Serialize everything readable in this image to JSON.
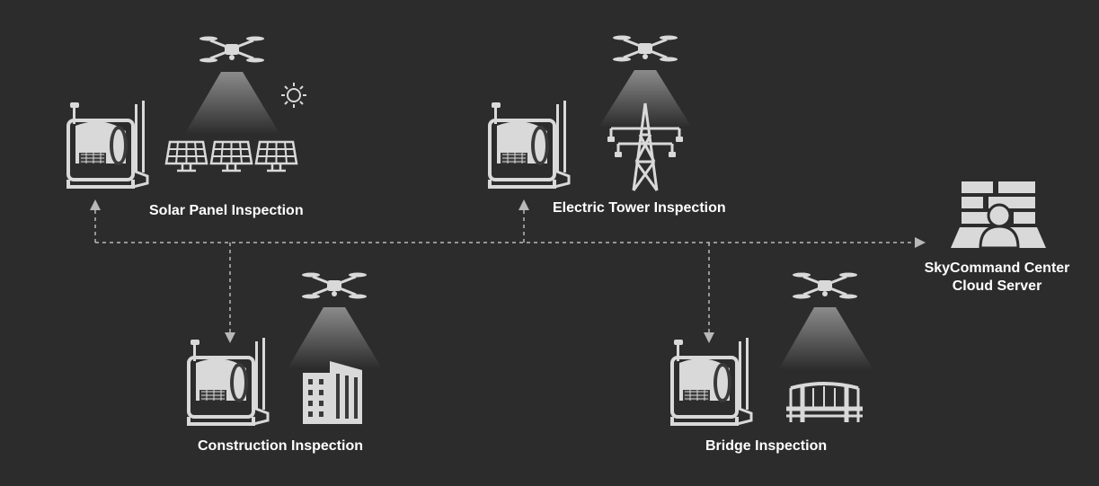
{
  "colors": {
    "background": "#2c2c2c",
    "icon": "#d9d9d9",
    "icon_dark": "#3a3a3a",
    "connector": "#b8b8b8",
    "label": "#ffffff"
  },
  "sites": [
    {
      "id": "solar",
      "label": "Solar Panel Inspection",
      "icons": [
        "dock-station-icon",
        "drone-icon",
        "sun-icon",
        "solar-panel-icon"
      ]
    },
    {
      "id": "tower",
      "label": "Electric Tower Inspection",
      "icons": [
        "dock-station-icon",
        "drone-icon",
        "power-tower-icon"
      ]
    },
    {
      "id": "construction",
      "label": "Construction Inspection",
      "icons": [
        "dock-station-icon",
        "drone-icon",
        "building-icon"
      ]
    },
    {
      "id": "bridge",
      "label": "Bridge Inspection",
      "icons": [
        "dock-station-icon",
        "drone-icon",
        "bridge-icon"
      ]
    }
  ],
  "server": {
    "line1": "SkyCommand Center",
    "line2": "Cloud Server",
    "icon": "server-user-icon"
  },
  "connectors": {
    "style": "dashed",
    "arrows": [
      "to-solar",
      "to-tower",
      "to-construction",
      "to-bridge",
      "to-server"
    ]
  }
}
